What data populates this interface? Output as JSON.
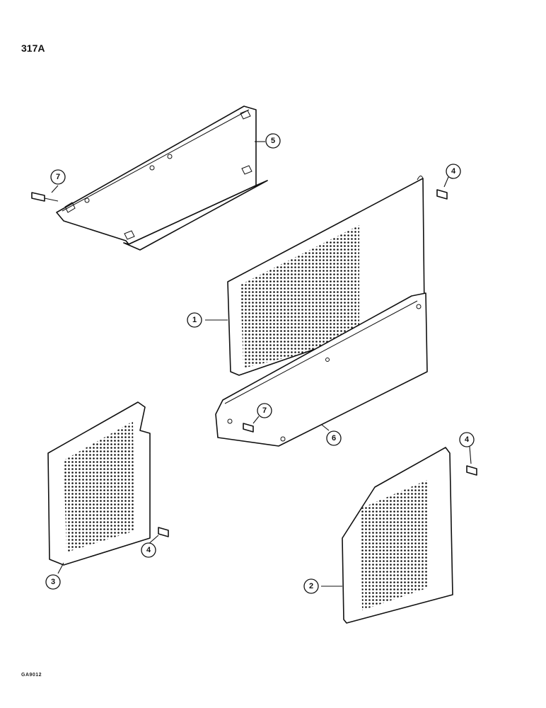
{
  "page": {
    "title": "317A",
    "drawing_code": "GA9012"
  },
  "callouts": [
    {
      "id": "callout-1",
      "label": "1"
    },
    {
      "id": "callout-2",
      "label": "2"
    },
    {
      "id": "callout-3",
      "label": "3"
    },
    {
      "id": "callout-4a",
      "label": "4"
    },
    {
      "id": "callout-4b",
      "label": "4"
    },
    {
      "id": "callout-4c",
      "label": "4"
    },
    {
      "id": "callout-5",
      "label": "5"
    },
    {
      "id": "callout-6",
      "label": "6"
    },
    {
      "id": "callout-7a",
      "label": "7"
    },
    {
      "id": "callout-7b",
      "label": "7"
    }
  ],
  "colors": {
    "ink": "#111111",
    "paper": "#ffffff"
  }
}
